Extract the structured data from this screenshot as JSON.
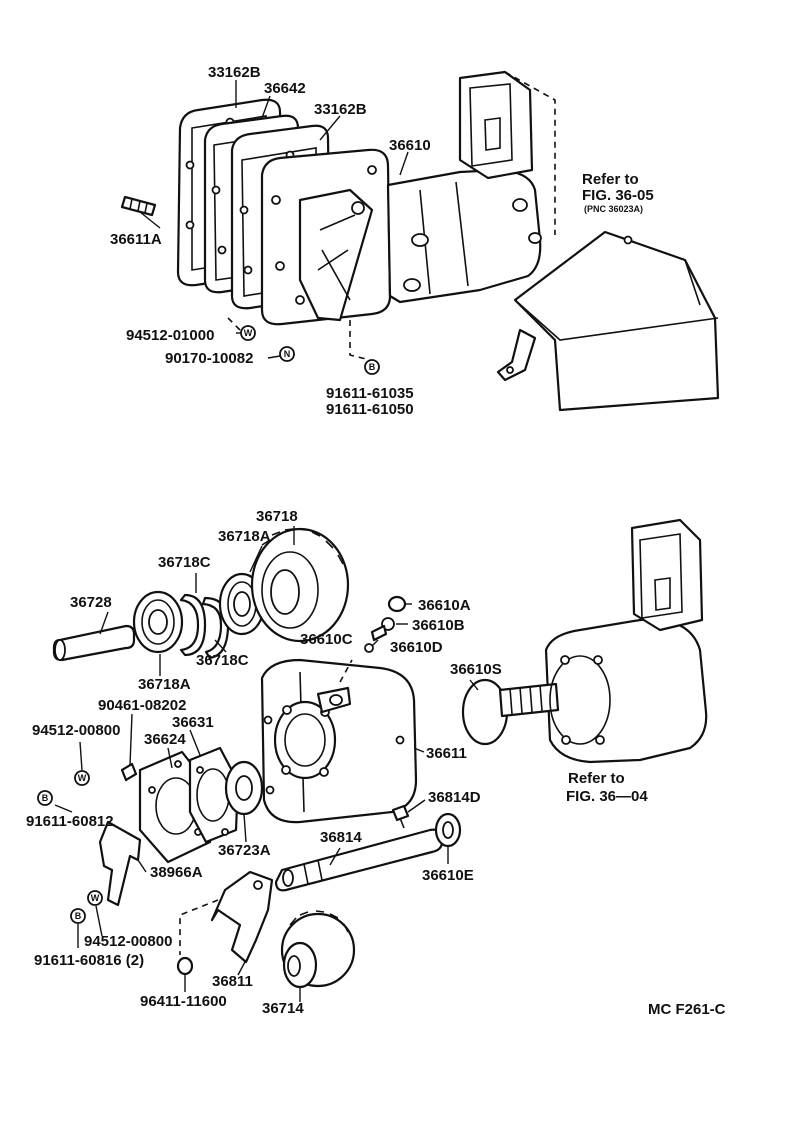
{
  "labels": {
    "p33162B_a": "33162B",
    "p36642": "36642",
    "p33162B_b": "33162B",
    "p36610": "36610",
    "p36611A": "36611A",
    "ref_top_1": "Refer to",
    "ref_top_2": "FIG. 36-05",
    "ref_top_3": "(PNC 36023A)",
    "p94512_01000": "94512-01000",
    "p90170_10082": "90170-10082",
    "p91611_61035": "91611-61035",
    "p91611_61050": "91611-61050",
    "p36718": "36718",
    "p36718A_top": "36718A",
    "p36718C_top": "36718C",
    "p36728": "36728",
    "p36718A_bot": "36718A",
    "p36718C_bot": "36718C",
    "p36610A": "36610A",
    "p36610B": "36610B",
    "p36610C": "36610C",
    "p36610D": "36610D",
    "p36610S": "36610S",
    "p90461_08202": "90461-08202",
    "p36631": "36631",
    "p94512_00800_top": "94512-00800",
    "p36624": "36624",
    "p36611": "36611",
    "ref_bot_1": "Refer to",
    "ref_bot_2": "FIG. 36—04",
    "p91611_60812": "91611-60812",
    "p36723A": "36723A",
    "p36814D": "36814D",
    "p36814": "36814",
    "p36610E": "36610E",
    "p38966A": "38966A",
    "p94512_00800_bot": "94512-00800",
    "p91611_60816": "91611-60816 (2)",
    "p36811": "36811",
    "p96411_11600": "96411-11600",
    "p36714": "36714",
    "figure_code": "MC F261-C"
  },
  "symbols": {
    "washer": "W",
    "bolt": "B",
    "nut": "N"
  }
}
